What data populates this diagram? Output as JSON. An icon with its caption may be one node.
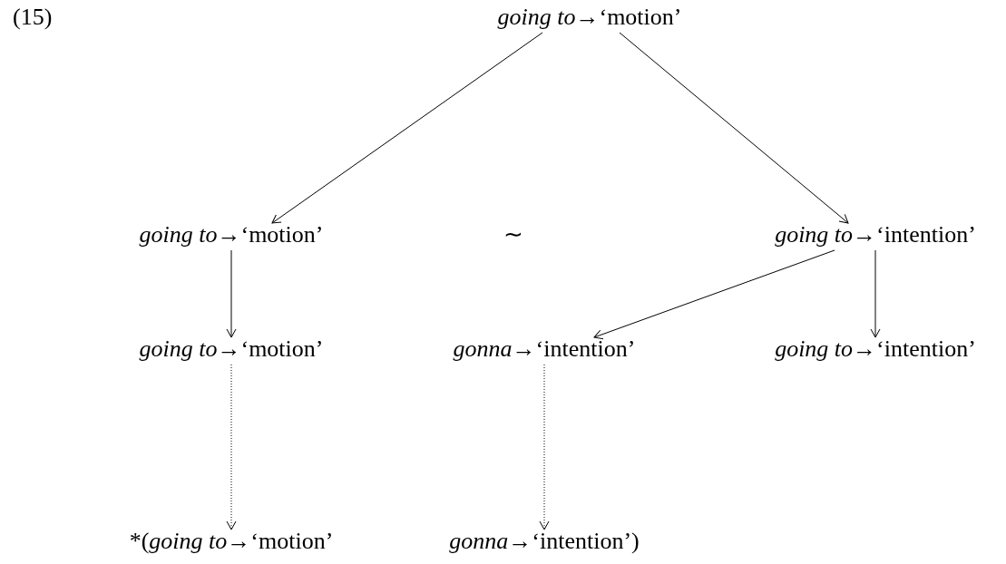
{
  "diagram": {
    "nodes": [
      {
        "text": [
          "*going to*→‘motion’"
        ]
      },
      {
        "text": [
          "*going to*→‘motion’"
        ]
      },
      {
        "text": [
          "*going to*→‘intention’"
        ]
      },
      {
        "text": [
          "*going to*→‘motion’"
        ]
      },
      {
        "text": [
          "*gonna*→‘intention’"
        ]
      },
      {
        "text": [
          "*going to*→‘intention’"
        ]
      },
      {
        "text": [
          "*(*going to*→‘motion’"
        ]
      },
      {
        "text": [
          "*gonna*→‘intention’)"
        ]
      }
    ],
    "edges": [
      {
        "from": 0,
        "to": 1,
        "arrow": "to"
      },
      {
        "from": 0,
        "to": 2,
        "arrow": "to"
      },
      {
        "from": 1,
        "to": 3,
        "arrow": "to"
      },
      {
        "from": 2,
        "to": 4,
        "arrow": "to"
      },
      {
        "from": 2,
        "to": 5,
        "arrow": "to"
      },
      {
        "from": 3,
        "to": 6,
        "arrow": "to",
        "style": "dashed"
      },
      {
        "from": 4,
        "to": 7,
        "arrow": "to",
        "style": "dashed"
      }
    ],
    "labels": [
      "(15)",
      "∼"
    ]
  }
}
